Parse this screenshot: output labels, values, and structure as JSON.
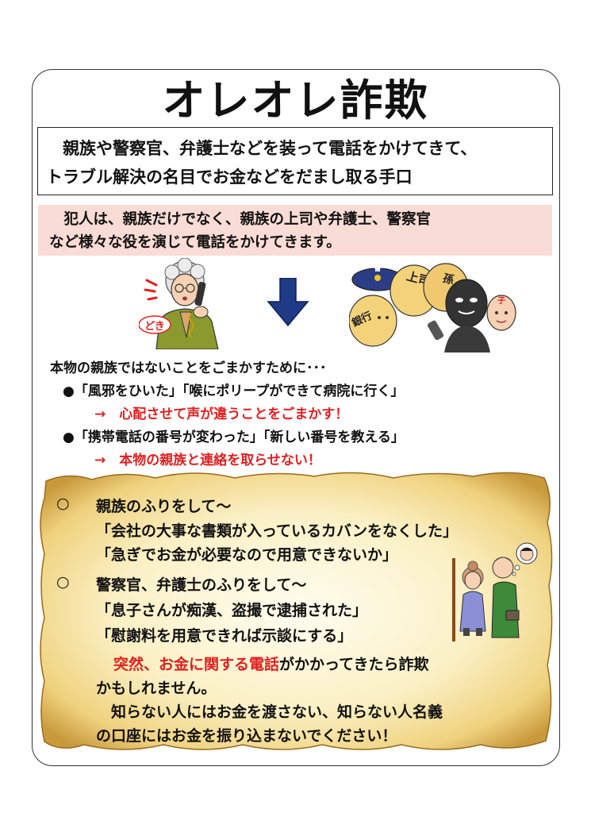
{
  "title": "オレオレ詐欺",
  "definition": {
    "line1": "　親族や警察官、弁護士などを装って電話をかけてきて、",
    "line2": "トラブル解決の名目でお金などをだまし取る手口"
  },
  "note": {
    "line1": "　犯人は、親族だけでなく、親族の上司や弁護士、警察官",
    "line2": "など様々な役を演じて電話をかけてきます。"
  },
  "illustration": {
    "doki": "どき",
    "mask_labels": [
      "警",
      "上司",
      "孫",
      "銀行",
      "子"
    ]
  },
  "tricks": {
    "intro": "本物の親族ではないことをごまかすために･･･",
    "items": [
      {
        "bullet": "●",
        "text": "「風邪をひいた」「喉にポリープができて病院に行く」",
        "result": "→　心配させて声が違うことをごまかす！"
      },
      {
        "bullet": "●",
        "text": "「携帯電話の番号が変わった」「新しい番号を教える」",
        "result": "→　本物の親族と連絡を取らせない！"
      }
    ]
  },
  "scroll": {
    "sec1_mark": "○",
    "sec1_head": "親族のふりをして～",
    "sec1_q1": "「会社の大事な書類が入っているカバンをなくした」",
    "sec1_q2": "「急ぎでお金が必要なので用意できないか」",
    "sec2_mark": "○",
    "sec2_head": "警察官、弁護士のふりをして～",
    "sec2_q1": "「息子さんが痴漢、盗撮で逮捕された」",
    "sec2_q2": "「慰謝料を用意できれば示談にする」",
    "warn_red": "突然、お金に関する電話",
    "warn_rest": "がかかってきたら詐欺",
    "warn_line2": "かもしれません。",
    "warn_line3": "　知らない人にはお金を渡さない、知らない人名義",
    "warn_line4": "の口座にはお金を振り込まないでください！"
  },
  "colors": {
    "red": "#e02020",
    "pink_bg": "#f9dcd5",
    "parchment": "#f7e6a8",
    "arrow": "#1f3a86"
  }
}
